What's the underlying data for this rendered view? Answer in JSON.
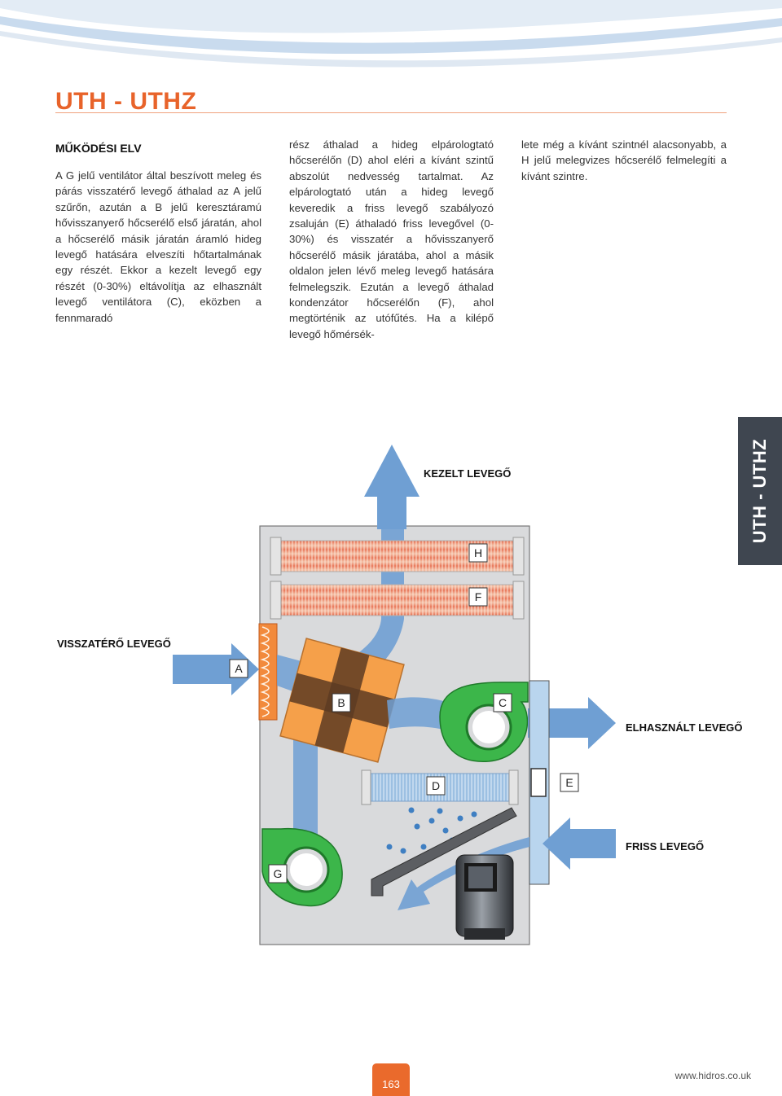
{
  "header": {
    "title": "UTH - UTHZ"
  },
  "section": {
    "heading": "MŰKÖDÉSI ELV"
  },
  "body": {
    "col1": "A G jelű ventilátor által beszívott meleg és párás visszatérő levegő áthalad az A jelű szűrőn, azután a B jelű keresztáramú hővisszanyerő hőcserélő első járatán, ahol a hőcserélő másik járatán áramló hideg levegő hatására elveszíti hőtartalmának egy részét. Ekkor a kezelt levegő egy részét (0-30%) eltávolítja az elhasznált levegő ventilátora (C), eközben a fennmaradó",
    "col2": "rész áthalad a hideg elpárologtató hőcserélőn (D) ahol eléri a kívánt szintű abszolút nedvesség tartalmat. Az elpárologtató után a hideg levegő keveredik a friss levegő szabályozó zsaluján (E) áthaladó friss levegővel (0-30%) és visszatér a hővisszanyerő hőcserélő másik járatába, ahol a másik oldalon jelen lévő meleg levegő hatására felmelegszik. Ezután a levegő áthalad kondenzátor hőcserélőn (F), ahol megtörténik az utófűtés. Ha a kilépő levegő hőmérsék-",
    "col3": "lete még a kívánt szintnél alacsonyabb, a H jelű melegvizes hőcserélő felmelegíti a kívánt szintre."
  },
  "side_tab": {
    "label": "UTH - UTHZ"
  },
  "diagram": {
    "labels": {
      "treated_air": "KEZELT LEVEGŐ",
      "return_air": "VISSZATÉRŐ LEVEGŐ",
      "exhaust_air": "ELHASZNÁLT LEVEGŐ",
      "fresh_air": "FRISS LEVEGŐ"
    },
    "components": {
      "a": "A",
      "b": "B",
      "c": "C",
      "d": "D",
      "e": "E",
      "f": "F",
      "g": "G",
      "h": "H"
    }
  },
  "footer": {
    "page_number": "163",
    "url": "www.hidros.co.uk"
  },
  "colors": {
    "accent": "#e8632a",
    "air_arrow": "#6f9fd3",
    "fan_green": "#3cb64a",
    "exchanger_orange": "#f5a04a",
    "cabinet": "#d9dadc",
    "side_tab": "#3f4650"
  }
}
